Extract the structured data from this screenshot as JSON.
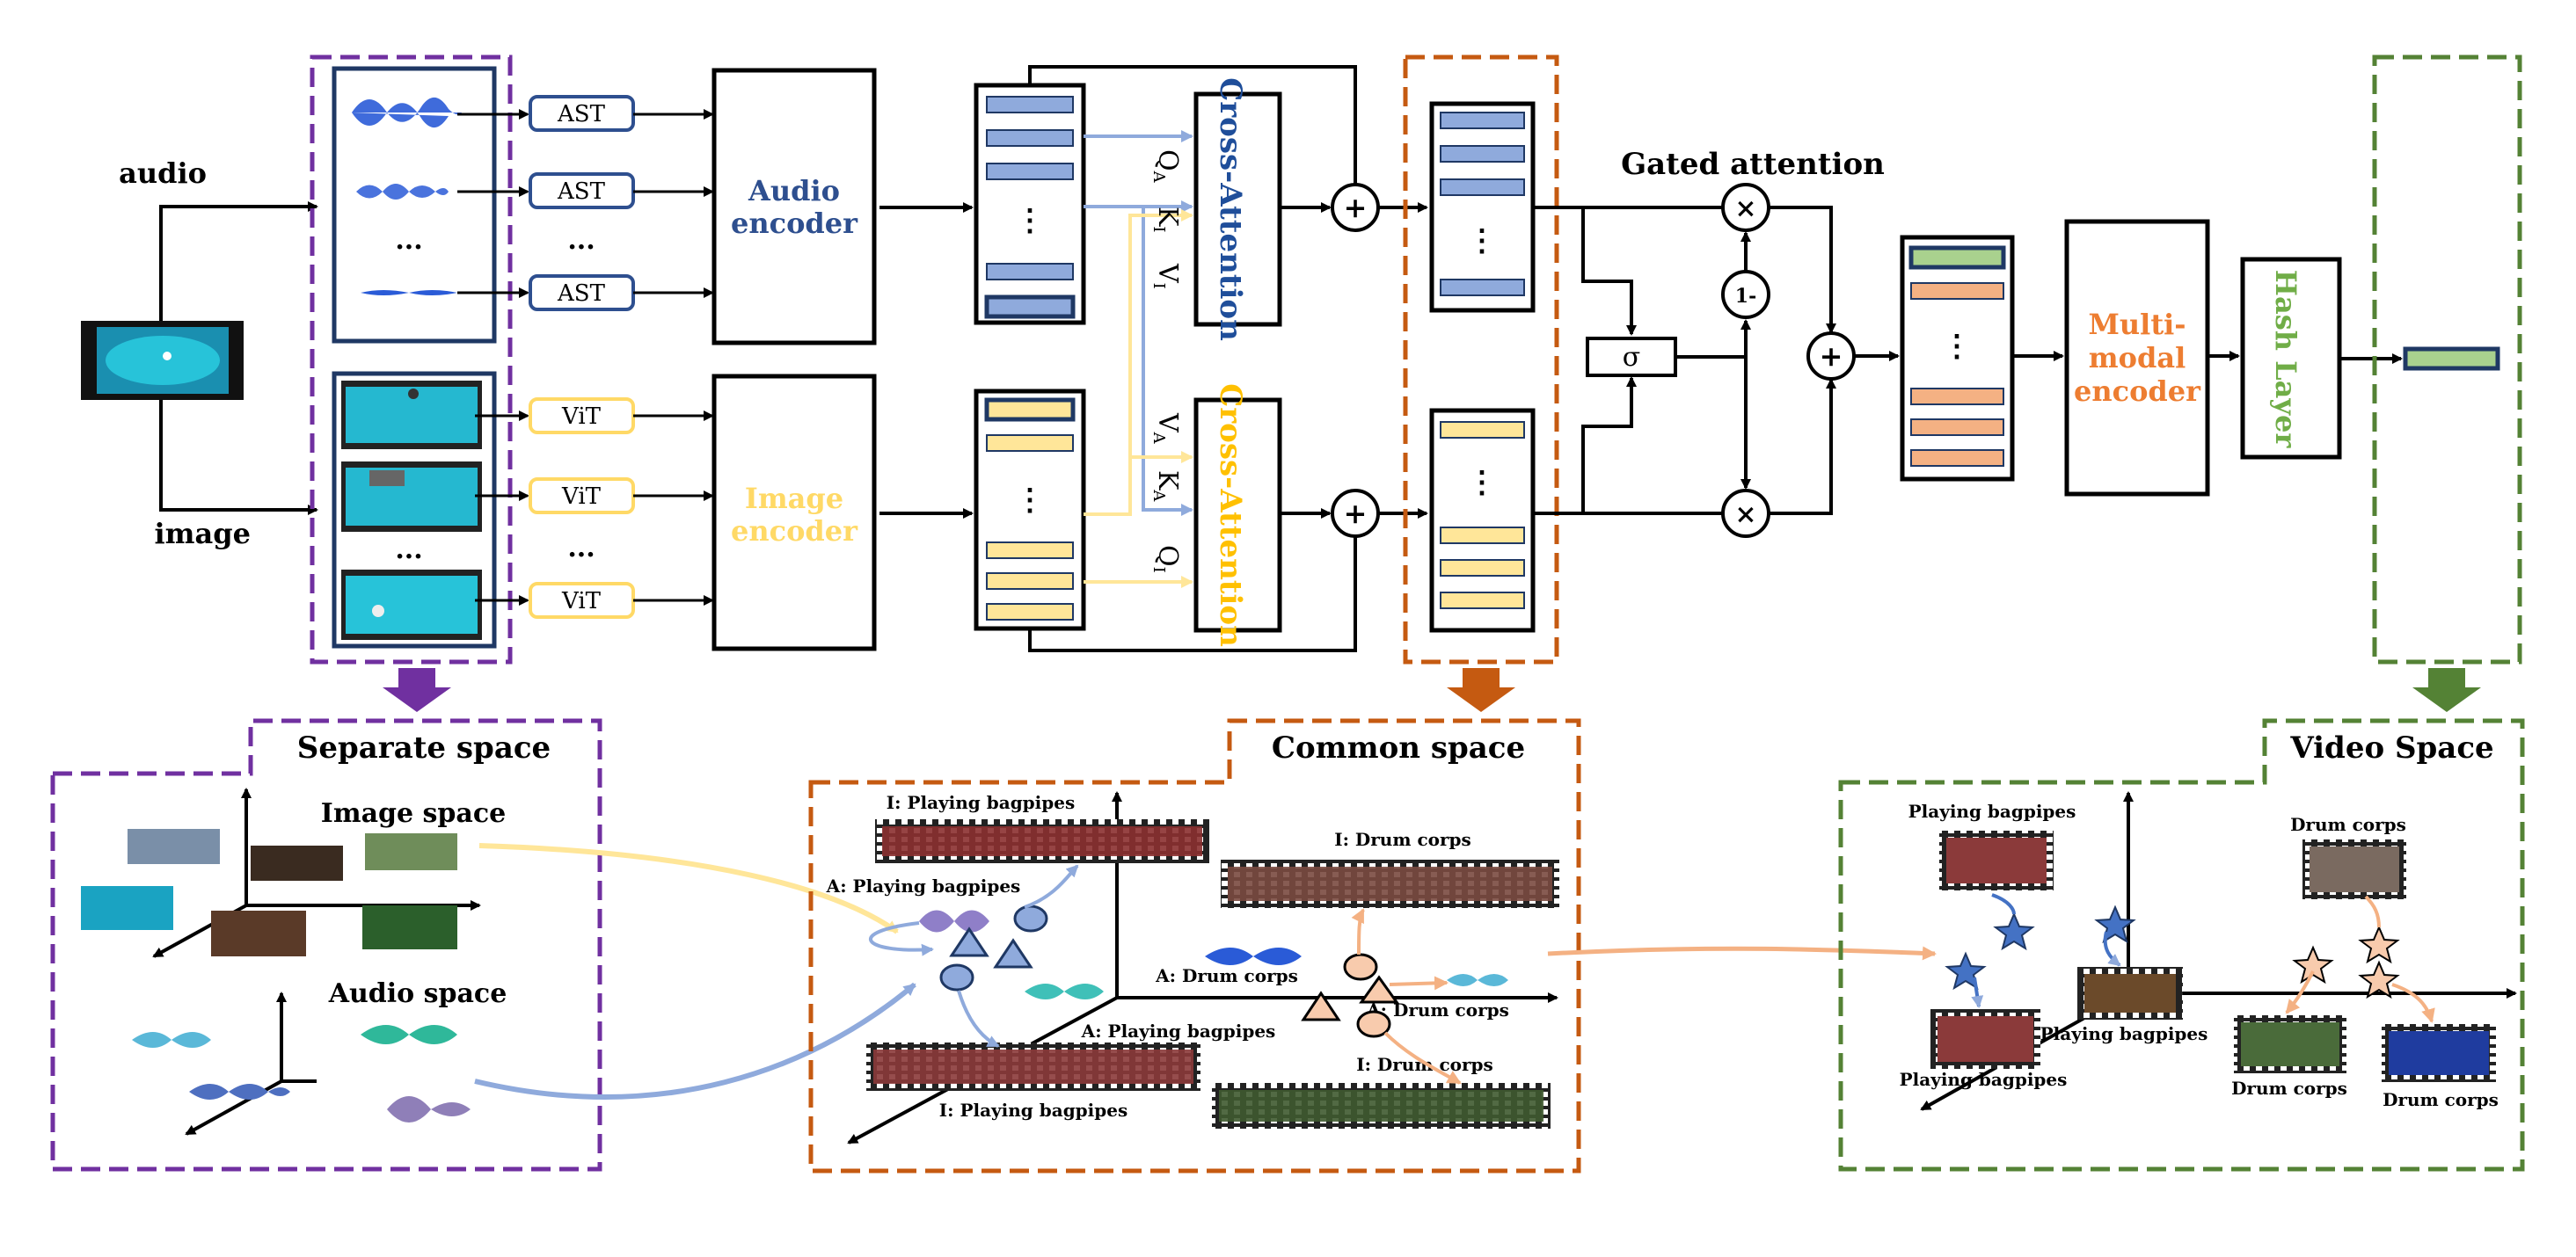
{
  "input": {
    "audio_label": "audio",
    "image_label": "image"
  },
  "separate": {
    "audio_tokens": [
      "AST",
      "AST",
      "AST"
    ],
    "image_tokens": [
      "ViT",
      "ViT",
      "ViT"
    ],
    "ellipsis": "..."
  },
  "encoders": {
    "audio_line1": "Audio",
    "audio_line2": "encoder",
    "image_line1": "Image",
    "image_line2": "encoder"
  },
  "attention": {
    "cross_top": "Cross-Attention",
    "cross_bottom": "Cross-Attention",
    "qa": "Q",
    "qa_sub": "A",
    "ki": "K",
    "ki_sub": "I",
    "vi": "V",
    "vi_sub": "I",
    "va": "V",
    "va_sub": "A",
    "ka": "K",
    "ka_sub": "A",
    "qi": "Q",
    "qi_sub": "I",
    "plus": "+",
    "vdots": "⋮"
  },
  "gated": {
    "title": "Gated attention",
    "sigma": "σ",
    "one_minus": "1-",
    "times": "×"
  },
  "fusion": {
    "mm_line1": "Multi-",
    "mm_line2": "modal",
    "mm_line3": "encoder",
    "hash": "Hash Layer"
  },
  "spaces": {
    "separate_title": "Separate space",
    "image_space": "Image space",
    "audio_space": "Audio space",
    "common_title": "Common space",
    "video_title": "Video Space"
  },
  "common_labels": {
    "i_bagpipes_top": "I: Playing bagpipes",
    "a_bagpipes_top": "A: Playing bagpipes",
    "i_drum_top": "I: Drum corps",
    "a_drum_mid": "A: Drum corps",
    "a_drum_right": "A: Drum corps",
    "a_bagpipes_bottom": "A: Playing bagpipes",
    "i_bagpipes_bottom": "I: Playing bagpipes",
    "i_drum_bottom": "I: Drum corps"
  },
  "video_labels": {
    "bagpipes_top": "Playing bagpipes",
    "drum_top": "Drum corps",
    "bagpipes_center": "Playing bagpipes",
    "bagpipes_bottom": "Playing bagpipes",
    "drum_bottom_left": "Drum corps",
    "drum_bottom_right": "Drum corps"
  },
  "colors": {
    "purple": "#7030a0",
    "orange": "#c55a11",
    "green": "#548235",
    "audio_blue": "#2e4f8f",
    "audio_bar": "#8faadc",
    "image_yellow": "#ffd966",
    "image_bar": "#ffe699",
    "multimodal_orange": "#f4b183",
    "multimodal_text": "#ed7d31",
    "hash_green": "#70ad47",
    "hash_bar": "#a9d18e",
    "dark_frame": "#1f3864",
    "cross_audio": "#1f4e9a",
    "cross_image": "#ffc000"
  },
  "icons": {
    "video_thumbnail": "film-strip-icon",
    "waveform": "waveform-icon",
    "star": "star-icon",
    "triangle": "triangle-icon",
    "circle": "circle-icon"
  }
}
